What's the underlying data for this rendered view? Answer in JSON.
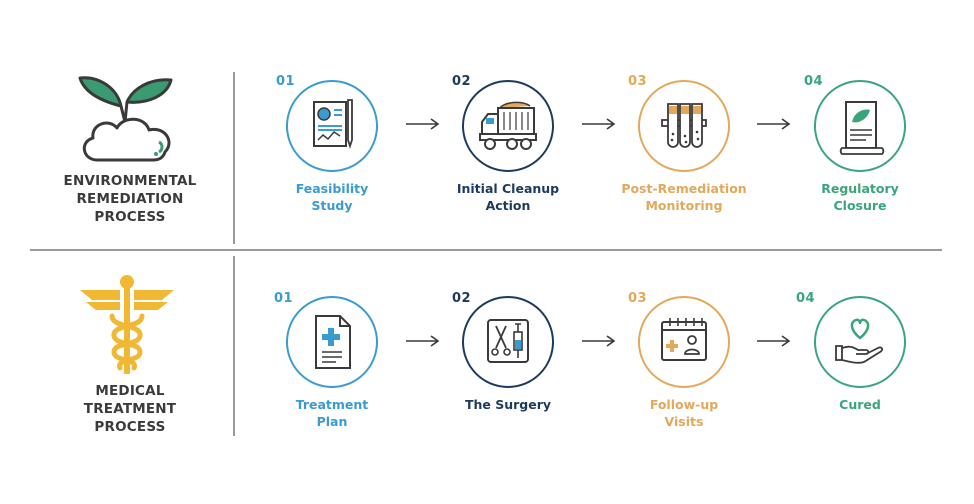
{
  "rows": [
    {
      "title_lines": [
        "ENVIRONMENTAL",
        "REMEDIATION",
        "PROCESS"
      ],
      "steps": [
        {
          "num": "01",
          "label_lines": [
            "Feasibility",
            "Study"
          ],
          "icon": "document-chart-icon"
        },
        {
          "num": "02",
          "label_lines": [
            "Initial Cleanup",
            "Action"
          ],
          "icon": "dump-truck-icon"
        },
        {
          "num": "03",
          "label_lines": [
            "Post-Remediation",
            "Monitoring"
          ],
          "icon": "test-tubes-icon"
        },
        {
          "num": "04",
          "label_lines": [
            "Regulatory",
            "Closure"
          ],
          "icon": "leaf-scroll-icon"
        }
      ]
    },
    {
      "title_lines": [
        "MEDICAL",
        "TREATMENT",
        "PROCESS"
      ],
      "steps": [
        {
          "num": "01",
          "label_lines": [
            "Treatment",
            "Plan"
          ],
          "icon": "medical-document-icon"
        },
        {
          "num": "02",
          "label_lines": [
            "The Surgery"
          ],
          "icon": "surgery-tools-icon"
        },
        {
          "num": "03",
          "label_lines": [
            "Follow-up",
            "Visits"
          ],
          "icon": "calendar-patient-icon"
        },
        {
          "num": "04",
          "label_lines": [
            "Cured"
          ],
          "icon": "heart-hand-icon"
        }
      ]
    }
  ],
  "colors": {
    "step1": "#3a9bd0",
    "step2": "#1b3a5c",
    "step3": "#e3a85a",
    "step4": "#3aa57b",
    "title": "#3a3a3a",
    "divider": "#9a9a9a",
    "plant_leaf": "#3a9b73",
    "caduceus": "#f0b833"
  }
}
